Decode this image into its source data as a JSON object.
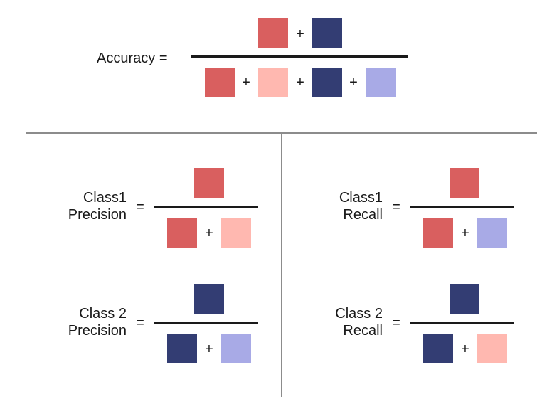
{
  "colors": {
    "class1_correct": "#d95f5f",
    "class1_as_class2": "#ffb8b0",
    "class2_correct": "#333d73",
    "class2_as_class1": "#a8aae6",
    "line": "#1a1a1a",
    "divider": "#8c8c8c"
  },
  "accuracy": {
    "label": "Accuracy",
    "eq": "=",
    "plus": "+"
  },
  "class1_precision": {
    "line1": "Class1",
    "line2": "Precision",
    "eq": "=",
    "plus": "+"
  },
  "class1_recall": {
    "line1": "Class1",
    "line2": "Recall",
    "eq": "=",
    "plus": "+"
  },
  "class2_precision": {
    "line1": "Class 2",
    "line2": "Precision",
    "eq": "=",
    "plus": "+"
  },
  "class2_recall": {
    "line1": "Class 2",
    "line2": "Recall",
    "eq": "=",
    "plus": "+"
  }
}
